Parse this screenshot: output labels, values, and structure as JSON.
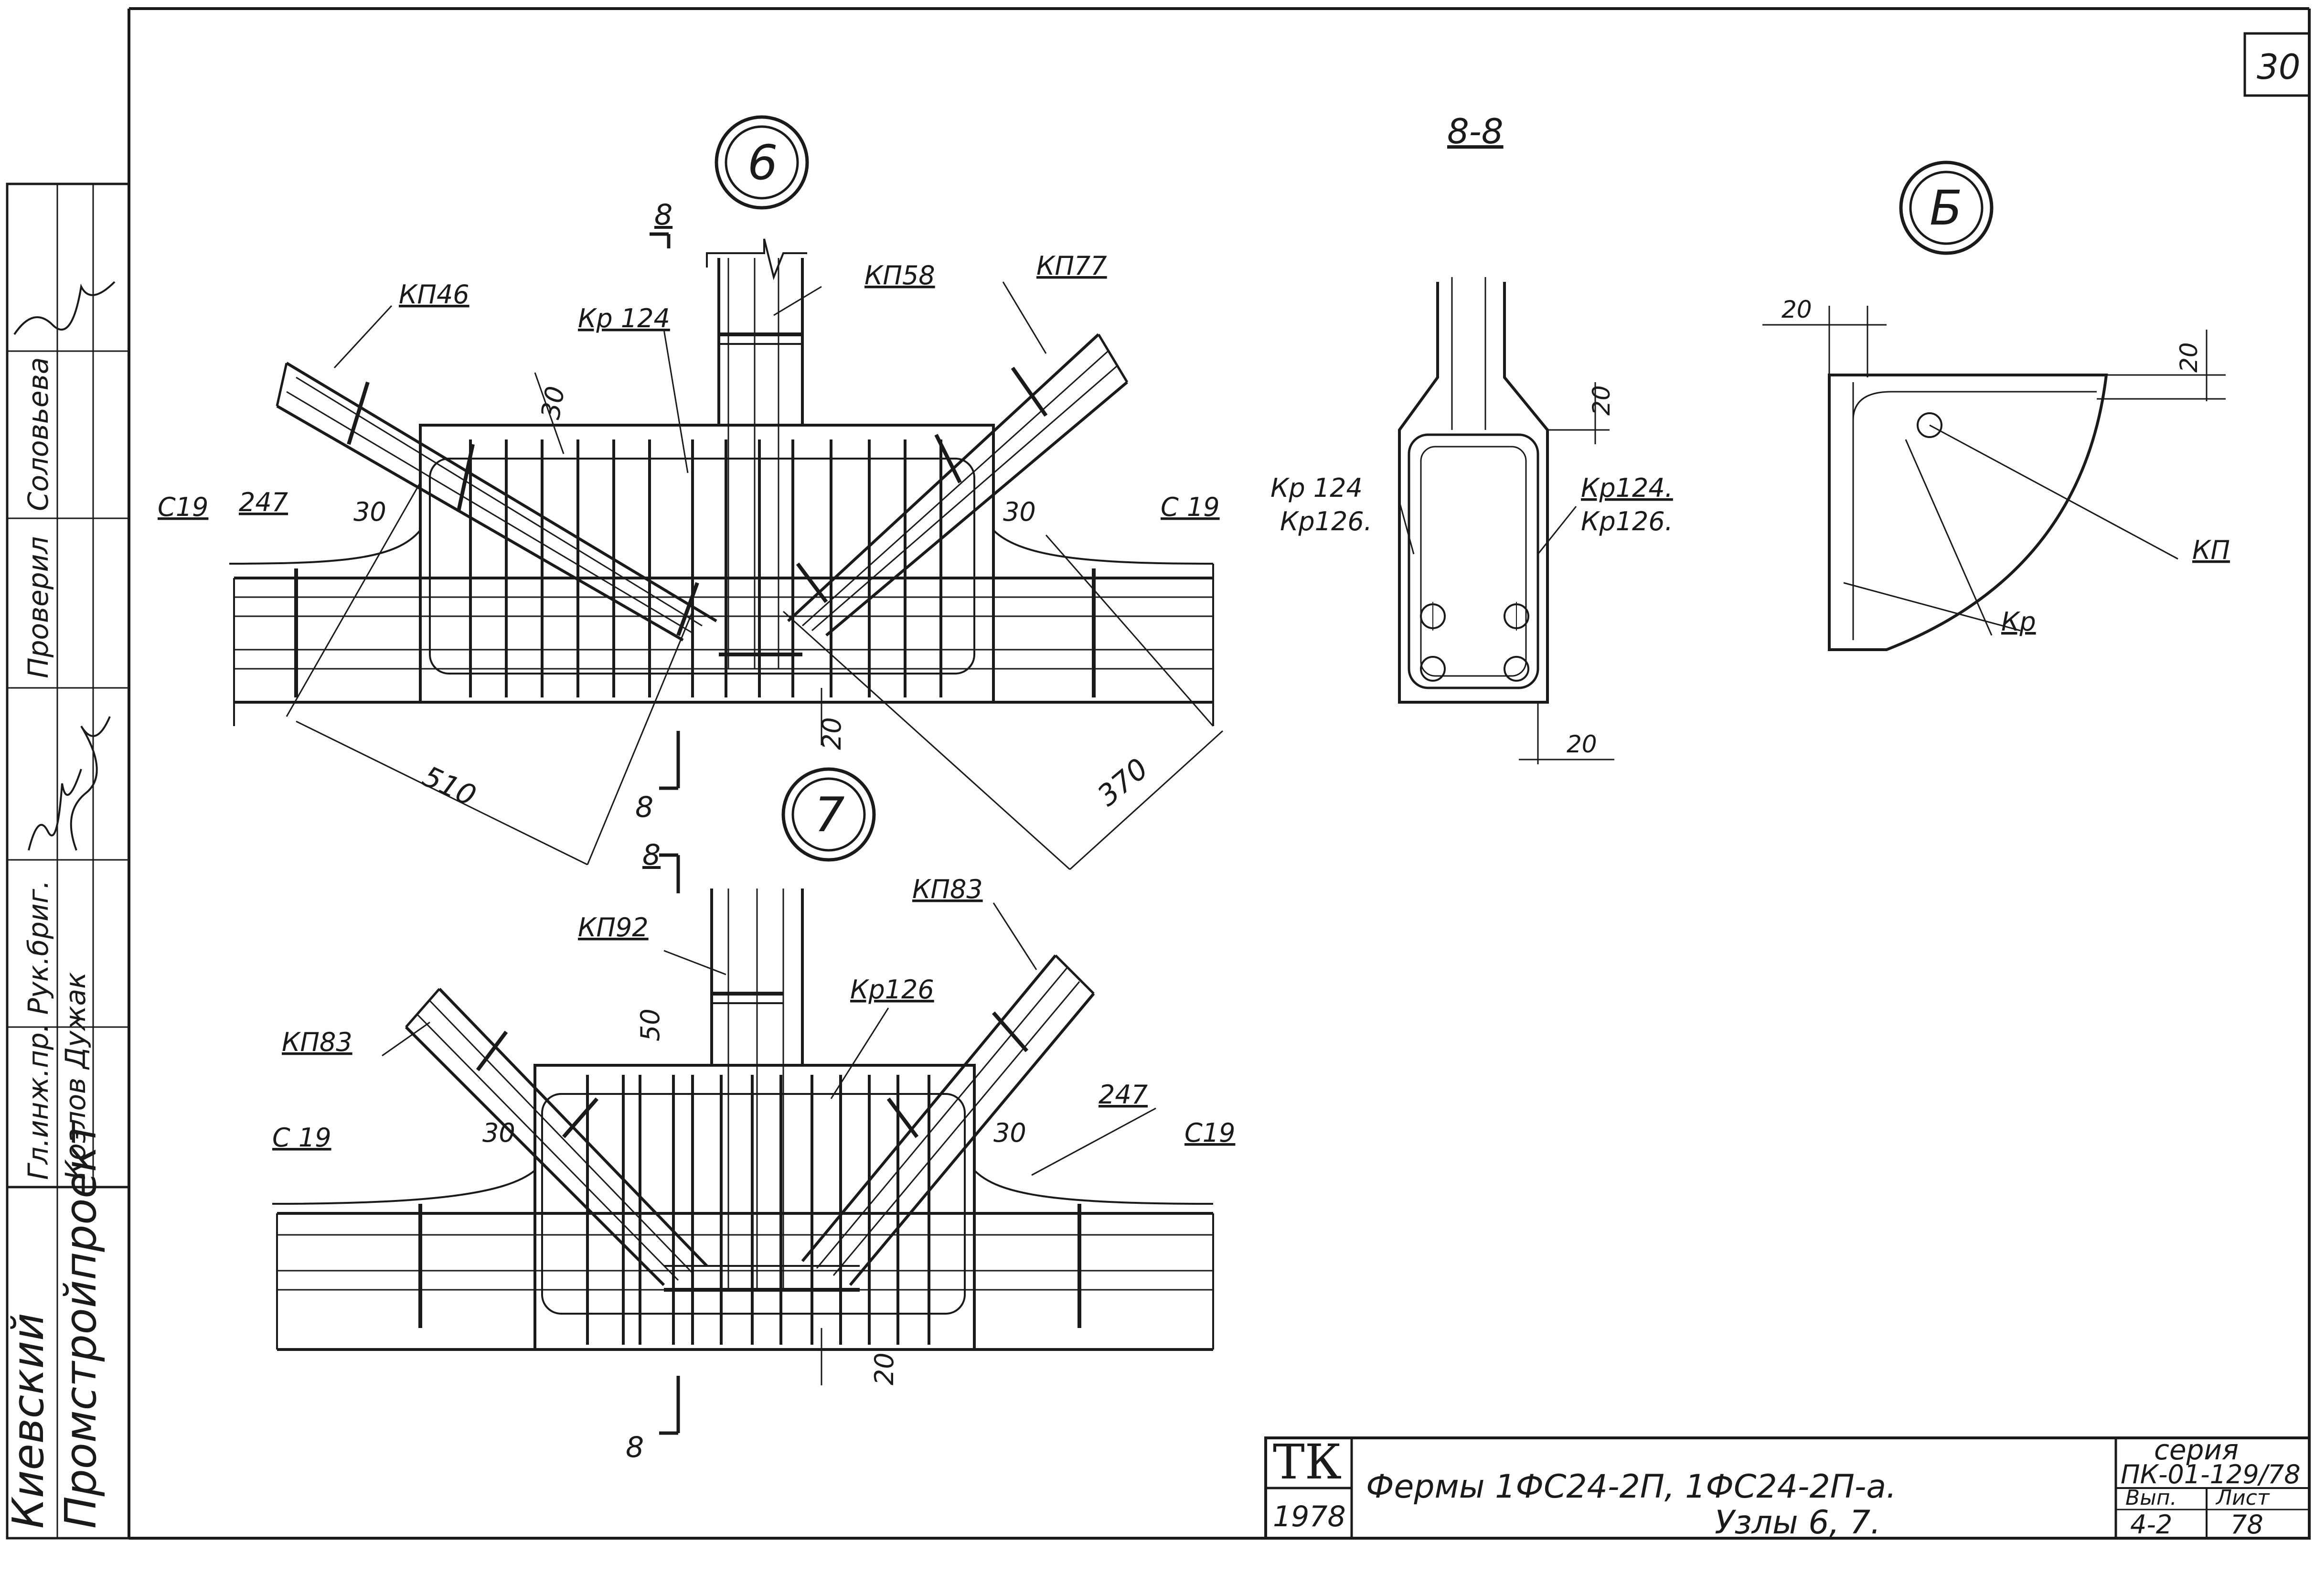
{
  "sheet": {
    "number": "30",
    "organization_line1": "Киевский",
    "organization_line2": "Промстройпроект"
  },
  "signatures": {
    "roles": [
      "Гл.инж.пр.",
      "Рук.бриг.",
      "",
      "Проверил",
      "",
      ""
    ],
    "names": [
      "Козлов",
      "Дужак",
      "",
      "Соловьева",
      "",
      ""
    ],
    "role_line": "Гл.инж.пр. Рук.бриг.",
    "name_line": "Козлов Дужак"
  },
  "node6": {
    "label": "6",
    "section_mark": "8",
    "labels": {
      "kp46": "КП46",
      "kr124": "Кр 124",
      "kp58": "КП58",
      "kp77": "КП77",
      "c19_left": "С19",
      "c19_right": "С 19",
      "n247": "247",
      "d30_top": "30",
      "d30_left": "30",
      "d30_right": "30",
      "d20": "20",
      "d510": "510",
      "d370": "370"
    }
  },
  "node7": {
    "label": "7",
    "section_mark": "8",
    "labels": {
      "kp92": "КП92",
      "kr126": "Кр126",
      "kp83_top": "КП83",
      "kp83_left": "КП83",
      "c19_left": "С 19",
      "c19_right": "С19",
      "n247": "247",
      "d50": "50",
      "d30_left": "30",
      "d30_right": "30",
      "d20": "20"
    }
  },
  "section88": {
    "title": "8-8",
    "left_label1": "Кр 124",
    "left_label2": "Кр126.",
    "right_label1": "Кр124.",
    "right_label2": "Кр126.",
    "d20_right": "20",
    "d20_bottom": "20"
  },
  "nodeB": {
    "label": "Б",
    "d20_left": "20",
    "d20_right": "20",
    "kp": "КП",
    "kr": "Кр"
  },
  "title_block": {
    "tk": "ТК",
    "year": "1978",
    "title_line1": "Фермы 1ФС24-2П, 1ФС24-2П-а.",
    "title_line2": "Узлы 6, 7.",
    "series_label": "серия",
    "series_value": "ПК-01-129/78",
    "issue_label": "Вып.",
    "issue_value": "4-2",
    "sheet_label": "Лист",
    "sheet_value": "78"
  },
  "colors": {
    "ink": "#1a1a1a",
    "paper": "#ffffff"
  }
}
